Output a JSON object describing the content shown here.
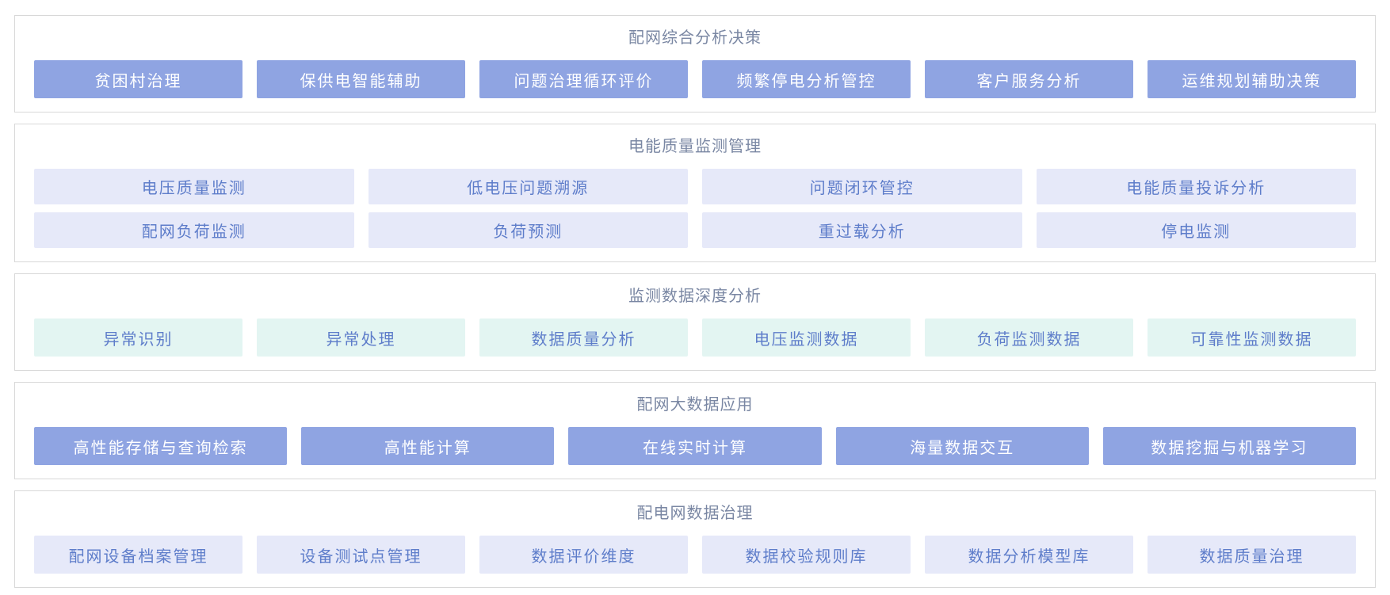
{
  "page": {
    "background": "#ffffff",
    "panel_border_color": "#d8d8d8",
    "title_color": "#7a87a3"
  },
  "tile_styles": {
    "solid": {
      "background": "#8fa4e2",
      "text": "#ffffff"
    },
    "lavender": {
      "background": "#e6e9f9",
      "text": "#5e7dca"
    },
    "mint": {
      "background": "#e3f5f2",
      "text": "#5e7dca"
    }
  },
  "sections": [
    {
      "id": "distribution-analysis-decision",
      "title": "配网综合分析决策",
      "style": "solid",
      "rows": [
        [
          "贫困村治理",
          "保供电智能辅助",
          "问题治理循环评价",
          "频繁停电分析管控",
          "客户服务分析",
          "运维规划辅助决策"
        ]
      ]
    },
    {
      "id": "power-quality-monitoring",
      "title": "电能质量监测管理",
      "style": "lavender",
      "rows": [
        [
          "电压质量监测",
          "低电压问题溯源",
          "问题闭环管控",
          "电能质量投诉分析"
        ],
        [
          "配网负荷监测",
          "负荷预测",
          "重过载分析",
          "停电监测"
        ]
      ]
    },
    {
      "id": "monitoring-data-deep-analysis",
      "title": "监测数据深度分析",
      "style": "mint",
      "rows": [
        [
          "异常识别",
          "异常处理",
          "数据质量分析",
          "电压监测数据",
          "负荷监测数据",
          "可靠性监测数据"
        ]
      ]
    },
    {
      "id": "distribution-big-data",
      "title": "配网大数据应用",
      "style": "solid",
      "rows": [
        [
          "高性能存储与查询检索",
          "高性能计算",
          "在线实时计算",
          "海量数据交互",
          "数据挖掘与机器学习"
        ]
      ]
    },
    {
      "id": "distribution-data-governance",
      "title": "配电网数据治理",
      "style": "lavender",
      "rows": [
        [
          "配网设备档案管理",
          "设备测试点管理",
          "数据评价维度",
          "数据校验规则库",
          "数据分析模型库",
          "数据质量治理"
        ]
      ]
    }
  ]
}
